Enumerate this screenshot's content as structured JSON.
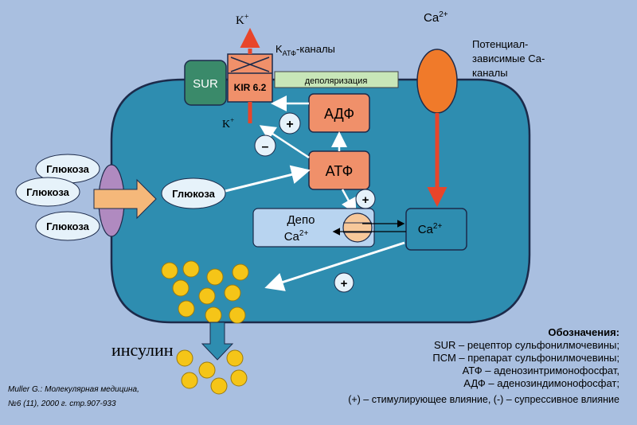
{
  "labels": {
    "k_top": "K",
    "k_top_sup": "+",
    "k_bottom": "K",
    "k_bottom_sup": "+",
    "katf_main": "K",
    "katf_sub": "АТФ",
    "katf_rest": "-каналы",
    "ca_top": "Ca",
    "ca_top_sup": "2+",
    "ca_channels_line1": "Потенциал-",
    "ca_channels_line2": "зависимые Са-",
    "ca_channels_line3": "каналы",
    "sur": "SUR",
    "kir": "KIR 6.2",
    "depolarization": "деполяризация",
    "adf": "АДФ",
    "atf": "АТФ",
    "glucose_outside": [
      "Глюкоза",
      "Глюкоза",
      "Глюкоза"
    ],
    "glucose_inside": "Глюкоза",
    "depot_line1": "Депо",
    "depot_line2": "Ca",
    "depot_sup": "2+",
    "ca_inner": "Ca",
    "ca_inner_sup": "2+",
    "plus": "+",
    "minus": "–",
    "insulin": "инсулин"
  },
  "legend": {
    "title": "Обозначения:",
    "lines": [
      "SUR – рецептор сульфонилмочевины;",
      "ПСМ – препарат сульфонилмочевины;",
      "АТФ – аденозинтримонофосфат,",
      "АДФ – аденозиндимонофосфат;"
    ],
    "influence": "(+) – стимулирующее влияние, (-) – супрессивное влияние"
  },
  "citation": {
    "line1": "Muller G.:   Молекулярная медицина,",
    "line2": "№6 (11), 2000 г. стр.907-933"
  },
  "colors": {
    "background": "#a9bfe0",
    "cell": "#2e8db0",
    "cell_border": "#1c2a4a",
    "orange_box": "#f0906a",
    "red_arrow": "#e8452a",
    "ca_channel": "#f07a2a",
    "sur": "#3a8a6a",
    "glucose_transporter": "#b08ac0",
    "insulin_granule": "#f5c518",
    "depot": "#b8d4f0",
    "depolarization": "#c8e6b8"
  }
}
